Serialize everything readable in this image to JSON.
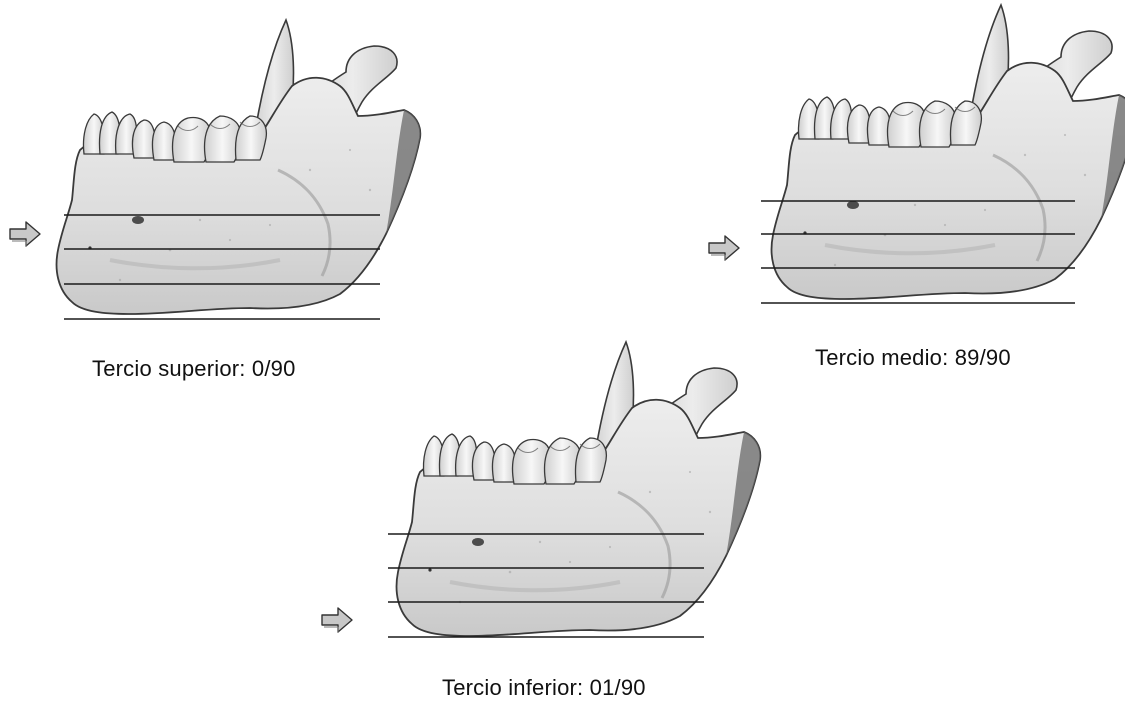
{
  "figure": {
    "panels": [
      {
        "id": "upper",
        "caption": "Tercio superior: 0/90",
        "indicated_third": "superior",
        "count": 0,
        "total": 90
      },
      {
        "id": "middle",
        "caption": "Tercio medio: 89/90",
        "indicated_third": "medio",
        "count": 89,
        "total": 90
      },
      {
        "id": "lower",
        "caption": "Tercio inferior: 01/90",
        "indicated_third": "inferior",
        "count": 1,
        "total": 90
      }
    ],
    "colors": {
      "bone_fill": "#e4e4e4",
      "bone_shade": "#bdbdbd",
      "bone_outline": "#3a3a3a",
      "tooth_fill": "#f2f2f2",
      "division_line": "#1a1a1a",
      "arrow_fill": "#c8c8c8",
      "caption_text": "#111111"
    },
    "icons": [
      "mandible-illustration",
      "pointer-arrow-icon"
    ]
  }
}
